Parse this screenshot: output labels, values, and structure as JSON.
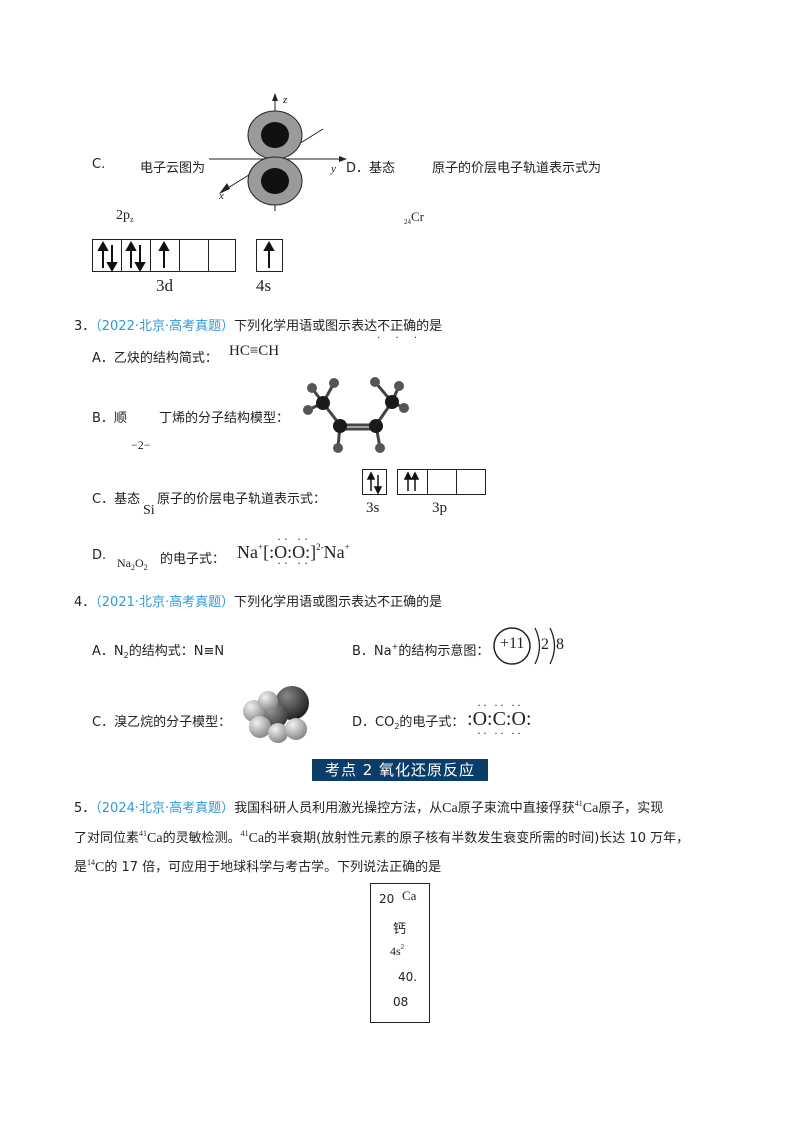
{
  "q2_cont": {
    "optC_label": "C.",
    "optC_text": "电子云图为",
    "optC_sub": "2p",
    "optC_sub_idx": "z",
    "axis_z": "z",
    "axis_y": "y",
    "axis_x": "x",
    "optD_label": "D．基态",
    "optD_text": "原子的价层电子轨道表示式为",
    "optD_elem_sub": "24",
    "optD_elem": "Cr",
    "orb_3d_label": "3d",
    "orb_4s_label": "4s"
  },
  "q3": {
    "num": "3．",
    "source": "（2022·北京·高考真题）",
    "stem_a": "下列化学用语或图示表达",
    "stem_emph": "不正确",
    "stem_b": "的是",
    "optA_label": "A．乙炔的结构简式：",
    "optA_formula": "HC≡CH",
    "optB_label": "B．顺",
    "optB_text": "丁烯的分子结构模型：",
    "optB_prefix": "−2−",
    "optC_label": "C．基态",
    "optC_elem": "Si",
    "optC_text": "原子的价层电子轨道表示式：",
    "orb_3s": "3s",
    "orb_3p": "3p",
    "optD_label": "D.",
    "optD_formula_a": "Na",
    "optD_formula_sub1": "2",
    "optD_formula_b": "O",
    "optD_formula_sub2": "2",
    "optD_text": "的电子式：",
    "optD_na": "Na",
    "optD_charge_plus": "+",
    "optD_charge_2minus": "2-",
    "optD_o": "O"
  },
  "q4": {
    "num": "4．",
    "source": "（2021·北京·高考真题）",
    "stem": "下列化学用语或图示表达不正确的是",
    "optA_label": "A．N",
    "optA_sub": "2",
    "optA_text": "的结构式：N≡N",
    "optB_label": "B．Na",
    "optB_sup": "+",
    "optB_text": "的结构示意图：",
    "optB_nucleus": "+11",
    "optB_shell1": "2",
    "optB_shell2": "8",
    "optC_label": "C．溴乙烷的分子模型：",
    "optD_label": "D．CO",
    "optD_sub": "2",
    "optD_text": "的电子式：",
    "optD_o": "O",
    "optD_c": "C"
  },
  "section": {
    "title": "考点 2  氧化还原反应"
  },
  "q5": {
    "num": "5．",
    "source": "（2024·北京·高考真题）",
    "l1_a": "我国科研人员利用激光操控方法，从",
    "l1_ca": "Ca",
    "l1_b": "原子束流中直接俘获",
    "l1_mass": "41",
    "l1_ca2": "Ca",
    "l1_c": "原子，实现",
    "l2_a": "了对同位素",
    "l2_mass": "41",
    "l2_ca": "Ca",
    "l2_b": "的灵敏检测。",
    "l2_mass2": "41",
    "l2_ca2": "Ca",
    "l2_c": "的半衰期(放射性元素的原子核有半数发生衰变所需的时间)长达 10 万年，",
    "l3_a": "是",
    "l3_mass": "14",
    "l3_c": "C",
    "l3_b": "的 17 倍，可应用于地球科学与考古学。下列说法正确的是",
    "card_num": "20",
    "card_sym": "Ca",
    "card_name": "钙",
    "card_config": "4s",
    "card_config_sup": "2",
    "card_mass_a": "40.",
    "card_mass_b": "08"
  }
}
